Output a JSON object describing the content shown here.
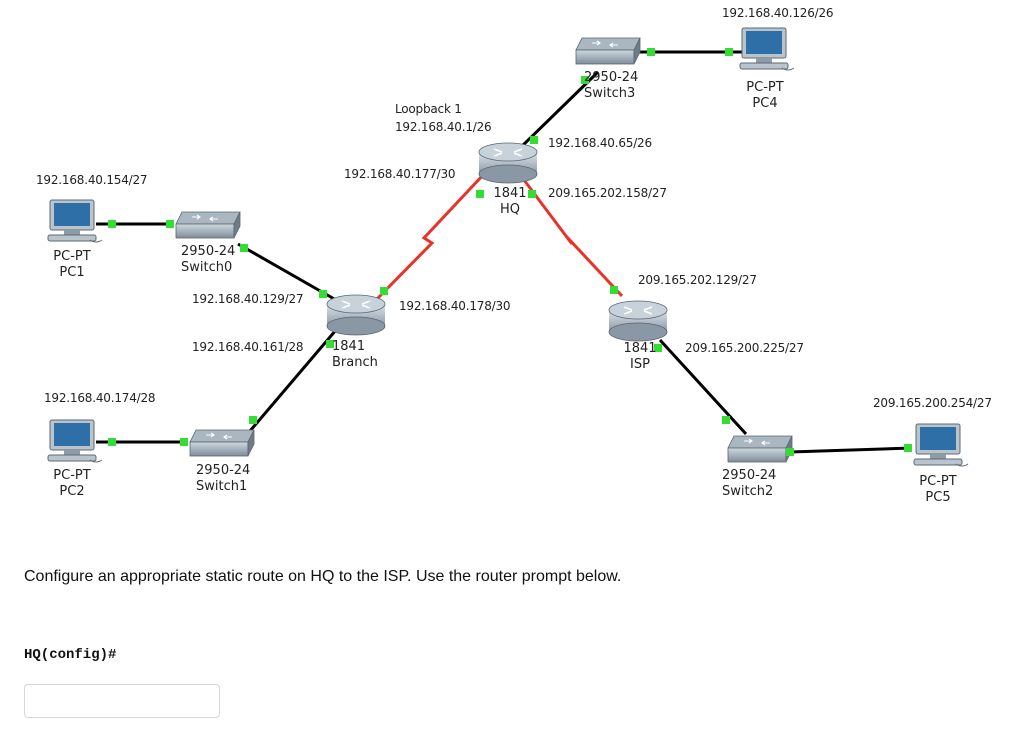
{
  "devices": {
    "pc4": {
      "model": "PC-PT",
      "name": "PC4",
      "ip": "192.168.40.126/26"
    },
    "switch3": {
      "model": "2950-24",
      "name": "Switch3"
    },
    "hq": {
      "model": "1841",
      "name": "HQ",
      "loopback_name": "Loopback 1",
      "loopback_ip": "192.168.40.1/26",
      "ip_switch3": "192.168.40.65/26",
      "ip_branch": "192.168.40.177/30",
      "ip_isp": "209.165.202.158/27"
    },
    "pc1": {
      "model": "PC-PT",
      "name": "PC1",
      "ip": "192.168.40.154/27"
    },
    "switch0": {
      "model": "2950-24",
      "name": "Switch0"
    },
    "branch": {
      "model": "1841",
      "name": "Branch",
      "ip_switch0": "192.168.40.129/27",
      "ip_switch1": "192.168.40.161/28",
      "ip_hq": "192.168.40.178/30"
    },
    "isp": {
      "model": "1841",
      "name": "ISP",
      "ip_hq": "209.165.202.129/27",
      "ip_switch2": "209.165.200.225/27"
    },
    "pc2": {
      "model": "PC-PT",
      "name": "PC2",
      "ip": "192.168.40.174/28"
    },
    "switch1": {
      "model": "2950-24",
      "name": "Switch1"
    },
    "switch2": {
      "model": "2950-24",
      "name": "Switch2"
    },
    "pc5": {
      "model": "PC-PT",
      "name": "PC5",
      "ip": "209.165.200.254/27"
    }
  },
  "colors": {
    "ethernet": "#000000",
    "serial": "#e8322a",
    "link_up": "#33dd33"
  },
  "question": "Configure an appropriate static route on HQ to the ISP. Use the router prompt below.",
  "prompt": "HQ(config)#",
  "answer_value": ""
}
